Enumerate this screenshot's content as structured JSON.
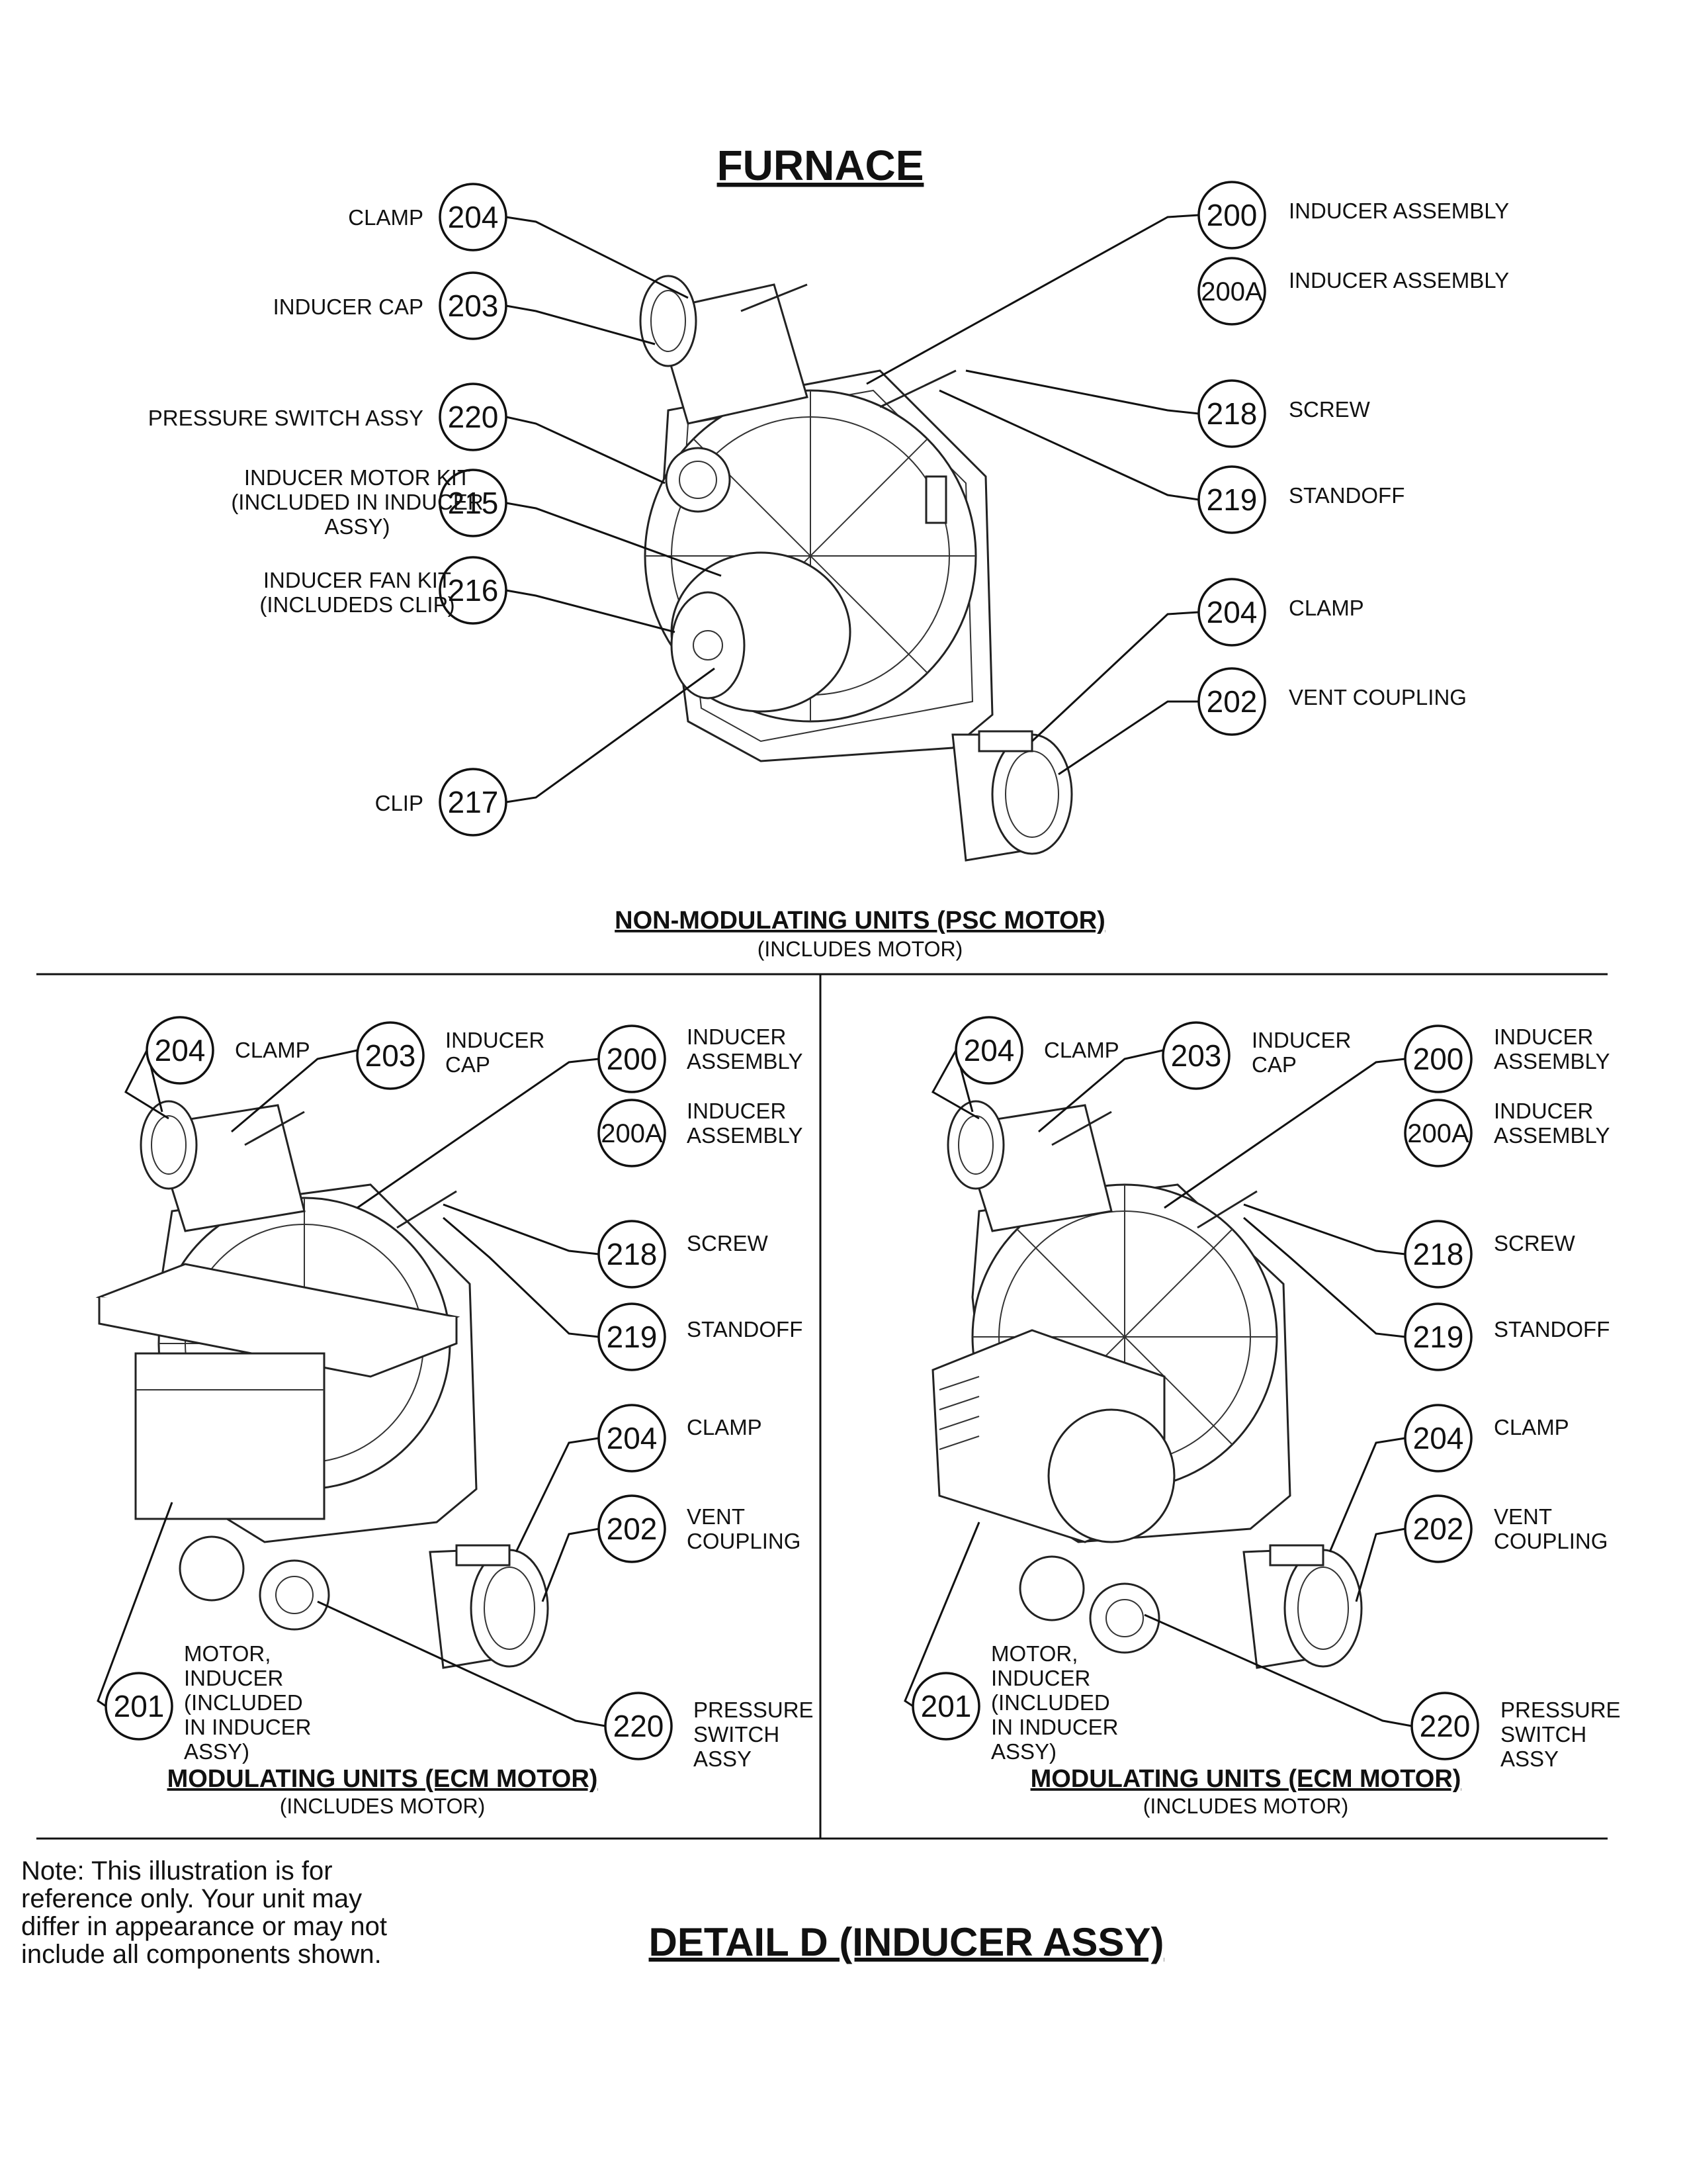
{
  "titles": {
    "furnace": "FURNACE",
    "detail": "DETAIL D  (INDUCER ASSY)"
  },
  "sections": {
    "top": {
      "title": "NON-MODULATING UNITS (PSC MOTOR)",
      "subtitle": "(INCLUDES MOTOR)"
    },
    "bottom_left": {
      "title": "MODULATING UNITS (ECM MOTOR)",
      "subtitle": "(INCLUDES MOTOR)"
    },
    "bottom_right": {
      "title": "MODULATING UNITS (ECM MOTOR)",
      "subtitle": "(INCLUDES MOTOR)"
    }
  },
  "note": [
    "Note: This illustration is for",
    "reference only. Your unit may",
    "differ in appearance or may not",
    "include all components shown."
  ],
  "top_callouts": [
    {
      "num": "204",
      "lines": [
        "CLAMP"
      ]
    },
    {
      "num": "203",
      "lines": [
        "INDUCER CAP"
      ]
    },
    {
      "num": "220",
      "lines": [
        "PRESSURE SWITCH ASSY"
      ]
    },
    {
      "num": "215",
      "lines": [
        "INDUCER MOTOR KIT",
        "(INCLUDED IN INDUCER",
        "ASSY)"
      ]
    },
    {
      "num": "216",
      "lines": [
        "INDUCER FAN KIT",
        "(INCLUDEDS CLIP)"
      ]
    },
    {
      "num": "217",
      "lines": [
        "CLIP"
      ]
    },
    {
      "num": "200",
      "lines": [
        "INDUCER ASSEMBLY"
      ]
    },
    {
      "num": "200A",
      "lines": [
        "INDUCER ASSEMBLY"
      ]
    },
    {
      "num": "218",
      "lines": [
        "SCREW"
      ]
    },
    {
      "num": "219",
      "lines": [
        "STANDOFF"
      ]
    },
    {
      "num": "204",
      "lines": [
        "CLAMP"
      ]
    },
    {
      "num": "202",
      "lines": [
        "VENT COUPLING"
      ]
    }
  ],
  "left_callouts": [
    {
      "num": "204",
      "lines": [
        "CLAMP"
      ]
    },
    {
      "num": "203",
      "lines": [
        "INDUCER",
        "CAP"
      ]
    },
    {
      "num": "200",
      "lines": [
        "INDUCER",
        "ASSEMBLY"
      ]
    },
    {
      "num": "200A",
      "lines": [
        "INDUCER",
        "ASSEMBLY"
      ]
    },
    {
      "num": "218",
      "lines": [
        "SCREW"
      ]
    },
    {
      "num": "219",
      "lines": [
        "STANDOFF"
      ]
    },
    {
      "num": "204",
      "lines": [
        "CLAMP"
      ]
    },
    {
      "num": "202",
      "lines": [
        "VENT",
        "COUPLING"
      ]
    },
    {
      "num": "201",
      "lines": [
        "MOTOR,",
        "INDUCER",
        "(INCLUDED",
        "IN INDUCER",
        "ASSY)"
      ]
    },
    {
      "num": "220",
      "lines": [
        "PRESSURE",
        "SWITCH",
        "ASSY"
      ]
    }
  ],
  "right_callouts": [
    {
      "num": "204",
      "lines": [
        "CLAMP"
      ]
    },
    {
      "num": "203",
      "lines": [
        "INDUCER",
        "CAP"
      ]
    },
    {
      "num": "200",
      "lines": [
        "INDUCER",
        "ASSEMBLY"
      ]
    },
    {
      "num": "200A",
      "lines": [
        "INDUCER",
        "ASSEMBLY"
      ]
    },
    {
      "num": "218",
      "lines": [
        "SCREW"
      ]
    },
    {
      "num": "219",
      "lines": [
        "STANDOFF"
      ]
    },
    {
      "num": "204",
      "lines": [
        "CLAMP"
      ]
    },
    {
      "num": "202",
      "lines": [
        "VENT",
        "COUPLING"
      ]
    },
    {
      "num": "201",
      "lines": [
        "MOTOR,",
        "INDUCER",
        "(INCLUDED",
        "IN INDUCER",
        "ASSY)"
      ]
    },
    {
      "num": "220",
      "lines": [
        "PRESSURE",
        "SWITCH",
        "ASSY"
      ]
    }
  ]
}
